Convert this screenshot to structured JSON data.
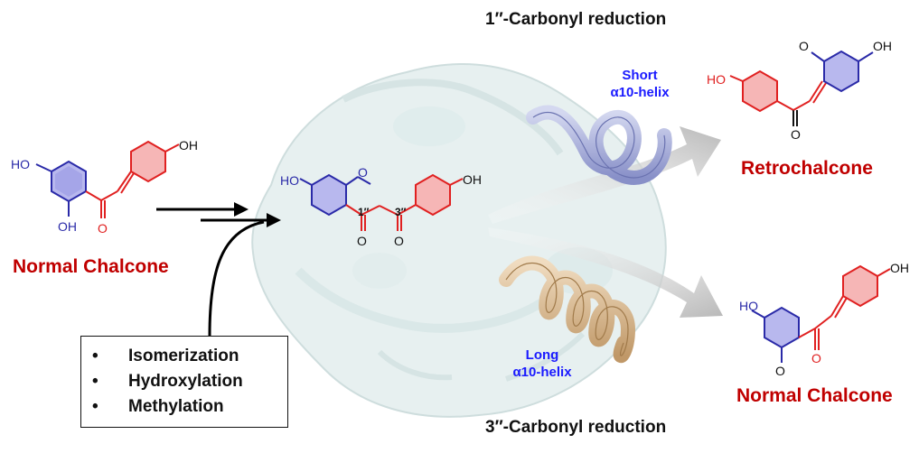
{
  "titles": {
    "top_reaction": "1″-Carbonyl reduction",
    "bottom_reaction": "3″-Carbonyl reduction"
  },
  "helix": {
    "short_line1": "Short",
    "short_line2": "α10-helix",
    "long_line1": "Long",
    "long_line2": "α10-helix"
  },
  "products": {
    "retrochalcone": "Retrochalcone",
    "normal_chalcone_right": "Normal Chalcone"
  },
  "substrate": {
    "name": "Normal Chalcone"
  },
  "modifications": [
    "Isomerization",
    "Hydroxylation",
    "Methylation"
  ],
  "atom_labels": {
    "ho": "HO",
    "oh": "OH",
    "o": "O",
    "pos_1": "1″",
    "pos_3": "3″"
  },
  "colors": {
    "red_title": "#c00000",
    "blue_label": "#1a1aff",
    "ring_blue": "#2a2aa8",
    "ring_red": "#e02020",
    "short_helix": "#aab0dd",
    "long_helix": "#dcc09a"
  }
}
